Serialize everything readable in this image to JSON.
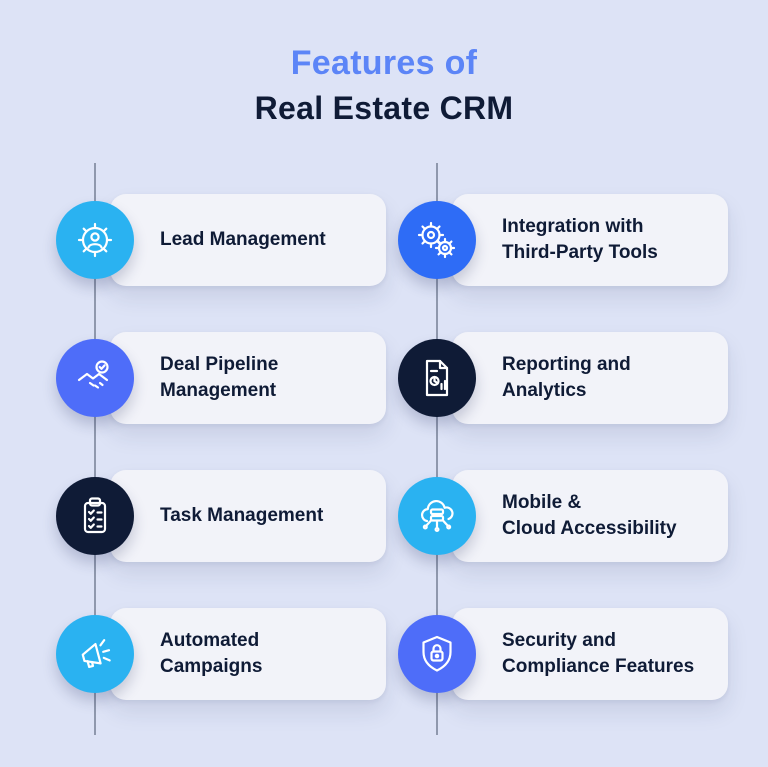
{
  "title": {
    "line1": "Features of",
    "line2": "Real Estate CRM"
  },
  "colors": {
    "background": "#dde3f6",
    "title_accent": "#5c85f7",
    "title_dark": "#0f1b36",
    "card_background": "#f2f3f9",
    "timeline_line": "#8f98ad",
    "icon_cyan": "#2ab2f1",
    "icon_blue": "#2e6cf6",
    "icon_indigo": "#4e6df9",
    "icon_navy": "#0f1b36"
  },
  "columns": {
    "left": [
      {
        "label": "Lead Management",
        "icon": "gear-person-icon",
        "bg": "#2ab2f1"
      },
      {
        "label": "Deal Pipeline\nManagement",
        "icon": "handshake-check-icon",
        "bg": "#4e6df9"
      },
      {
        "label": "Task Management",
        "icon": "clipboard-checklist-icon",
        "bg": "#0f1b36"
      },
      {
        "label": "Automated\nCampaigns",
        "icon": "megaphone-icon",
        "bg": "#2ab2f1"
      }
    ],
    "right": [
      {
        "label": "Integration with\nThird-Party Tools",
        "icon": "double-gear-icon",
        "bg": "#2e6cf6"
      },
      {
        "label": "Reporting and\nAnalytics",
        "icon": "document-chart-icon",
        "bg": "#0f1b36"
      },
      {
        "label": "Mobile &\nCloud Accessibility",
        "icon": "cloud-server-icon",
        "bg": "#2ab2f1"
      },
      {
        "label": "Security and\nCompliance Features",
        "icon": "shield-lock-icon",
        "bg": "#4e6df9"
      }
    ]
  }
}
